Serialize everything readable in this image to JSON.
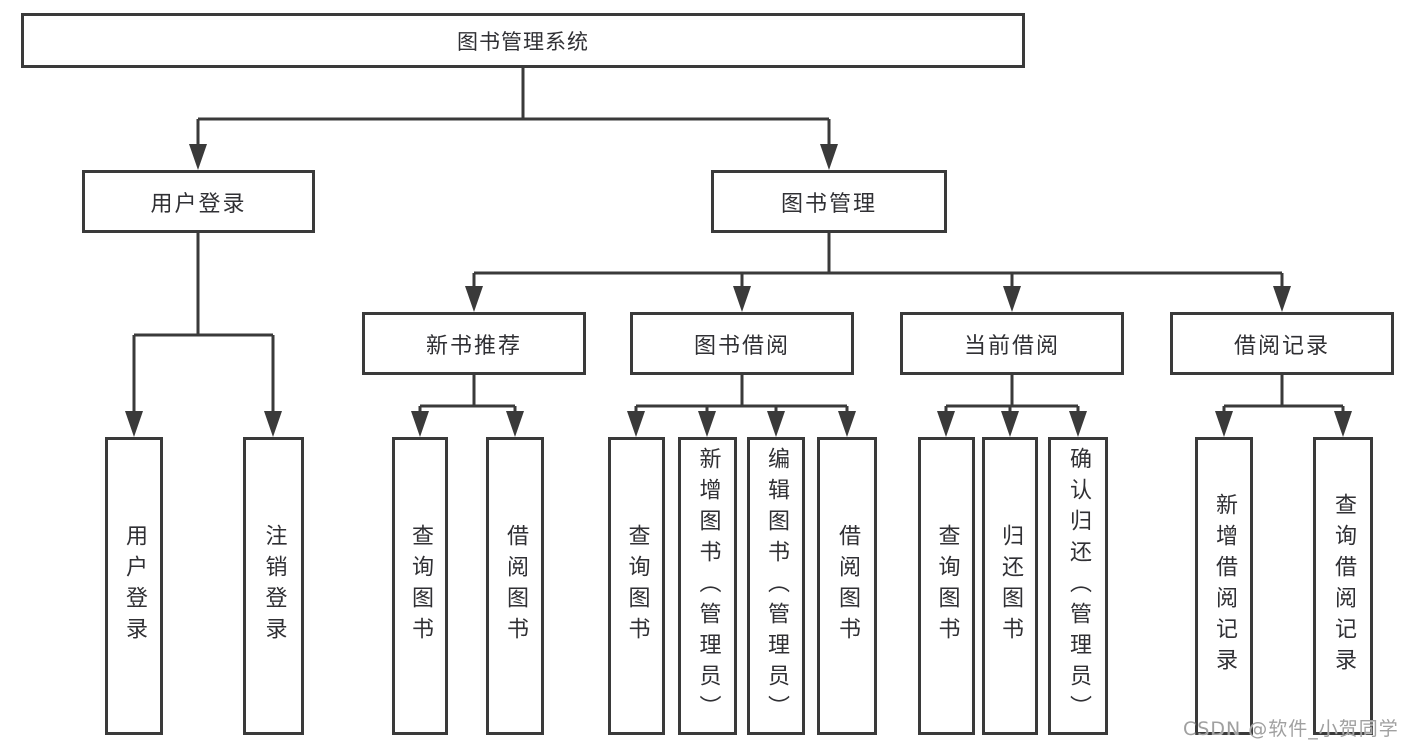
{
  "root": {
    "label": "图书管理系统"
  },
  "branches": [
    {
      "label": "用户登录",
      "children": [
        {
          "label": "用户登录"
        },
        {
          "label": "注销登录"
        }
      ]
    },
    {
      "label": "图书管理",
      "groups": [
        {
          "label": "新书推荐",
          "children": [
            {
              "label": "查询图书"
            },
            {
              "label": "借阅图书"
            }
          ]
        },
        {
          "label": "图书借阅",
          "children": [
            {
              "label": "查询图书"
            },
            {
              "label": "新增图书（管理员）"
            },
            {
              "label": "编辑图书（管理员）"
            },
            {
              "label": "借阅图书"
            }
          ]
        },
        {
          "label": "当前借阅",
          "children": [
            {
              "label": "查询图书"
            },
            {
              "label": "归还图书"
            },
            {
              "label": "确认归还（管理员）"
            }
          ]
        },
        {
          "label": "借阅记录",
          "children": [
            {
              "label": "新增借阅记录"
            },
            {
              "label": "查询借阅记录"
            }
          ]
        }
      ]
    }
  ],
  "watermark": "CSDN @软件_小贺同学",
  "colors": {
    "line": "#3a3a3a",
    "text": "#303034",
    "watermark": "#a0a0a0",
    "background": "#ffffff"
  }
}
